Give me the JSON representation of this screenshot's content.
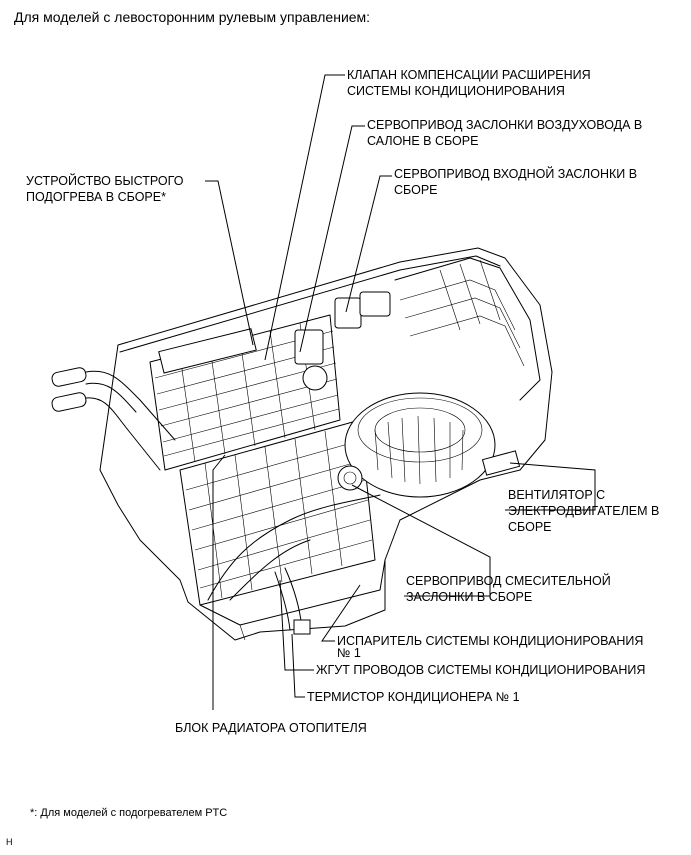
{
  "header": {
    "title": "Для моделей с левосторонним рулевым управлением:"
  },
  "labels": {
    "expansion_valve": [
      "КЛАПАН КОМПЕНСАЦИИ РАСШИРЕНИЯ",
      "СИСТЕМЫ КОНДИЦИОНИРОВАНИЯ"
    ],
    "air_duct_servo": [
      "СЕРВОПРИВОД ЗАСЛОНКИ ВОЗДУХОВОДА В",
      "САЛОНЕ В СБОРЕ"
    ],
    "inlet_servo": [
      "СЕРВОПРИВОД ВХОДНОЙ ЗАСЛОНКИ В",
      "СБОРЕ"
    ],
    "quick_heater": [
      "УСТРОЙСТВО БЫСТРОГО",
      "ПОДОГРЕВА В СБОРЕ*"
    ],
    "blower": [
      "ВЕНТИЛЯТОР С",
      "ЭЛЕКТРОДВИГАТЕЛЕМ В",
      "СБОРЕ"
    ],
    "mix_servo": [
      "СЕРВОПРИВОД СМЕСИТЕЛЬНОЙ",
      "ЗАСЛОНКИ В СБОРЕ"
    ],
    "evaporator": [
      "ИСПАРИТЕЛЬ СИСТЕМЫ КОНДИЦИОНИРОВАНИЯ",
      "№ 1"
    ],
    "harness": "ЖГУТ ПРОВОДОВ СИСТЕМЫ КОНДИЦИОНИРОВАНИЯ",
    "thermistor": "ТЕРМИСТОР КОНДИЦИОНЕРА № 1",
    "heater_core": "БЛОК РАДИАТОРА ОТОПИТЕЛЯ"
  },
  "footnote": "*: Для моделей с подогревателем PTC",
  "figure_code": "H"
}
